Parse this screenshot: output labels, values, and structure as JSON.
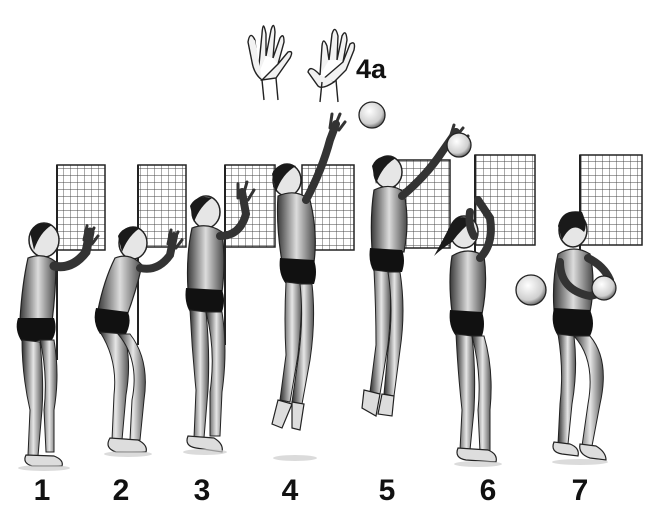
{
  "illustration": {
    "hands_label": "4a",
    "frames": [
      {
        "label": "1"
      },
      {
        "label": "2"
      },
      {
        "label": "3"
      },
      {
        "label": "4"
      },
      {
        "label": "5"
      },
      {
        "label": "6"
      },
      {
        "label": "7"
      }
    ]
  },
  "colors": {
    "ink": "#111111",
    "shade": "#2a2a2a",
    "skin": "#e8e8e8",
    "net": "#333333"
  }
}
